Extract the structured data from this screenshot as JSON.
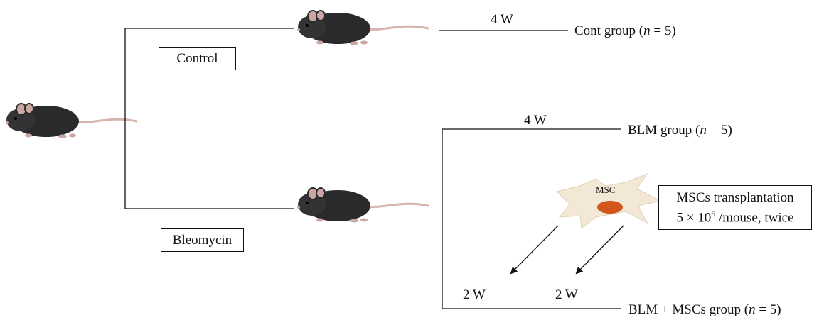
{
  "labels": {
    "control": "Control",
    "bleomycin": "Bleomycin",
    "four_w_top": "4 W",
    "four_w_mid": "4 W",
    "two_w_left": "2 W",
    "two_w_right": "2 W",
    "msc": "MSC"
  },
  "groups": {
    "cont": {
      "prefix": "Cont group (",
      "n": "n",
      "suffix": " = 5)"
    },
    "blm": {
      "prefix": "BLM group (",
      "n": "n",
      "suffix": " = 5)"
    },
    "blm_mscs": {
      "prefix": "BLM + MSCs group (",
      "n": "n",
      "suffix": " = 5)"
    }
  },
  "transplant": {
    "line1": "MSCs transplantation",
    "line2_prefix": "5 × 10",
    "line2_exp": "5",
    "line2_suffix": " /mouse, twice"
  },
  "colors": {
    "mouse_fur": "#2a2a2d",
    "mouse_ear": "#caa7a2",
    "cell": "#f3e8d6",
    "nucleus": "#d2561e"
  }
}
